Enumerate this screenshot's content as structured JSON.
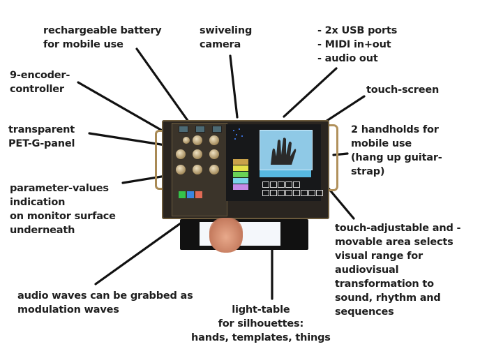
{
  "labels": {
    "battery": "rechargeable battery\nfor mobile use",
    "camera": "swiveling\ncamera",
    "ports": "- 2x USB ports\n- MIDI in+out\n- audio out",
    "encoder": "9-encoder-\ncontroller",
    "touchscreen": "touch-screen",
    "panel": "transparent\nPET-G-panel",
    "handholds": "2 handholds for\nmobile use\n(hang up guitar-\nstrap)",
    "parameter_values": "parameter-values\nindication\non monitor surface\nunderneath",
    "touch_area": "touch-adjustable and -\nmovable area selects\nvisual range for\naudiovisual\ntransformation to\nsound, rhythm and\nsequences",
    "audio_waves": "audio waves can be grabbed as\nmodulation waves",
    "light_table": "light-table\nfor silhouettes:\nhands, templates, things"
  },
  "colors": {
    "leader_line": "#111111",
    "text": "#1e1e1e",
    "case_brass": "#a98a55",
    "screen_blue": "#8fc9e6",
    "meter": [
      "#c9a24a",
      "#e6e24a",
      "#69d255",
      "#7ad3e8",
      "#c58be6"
    ],
    "pads": [
      "#35c24a",
      "#3a86e0",
      "#e06a55"
    ]
  }
}
